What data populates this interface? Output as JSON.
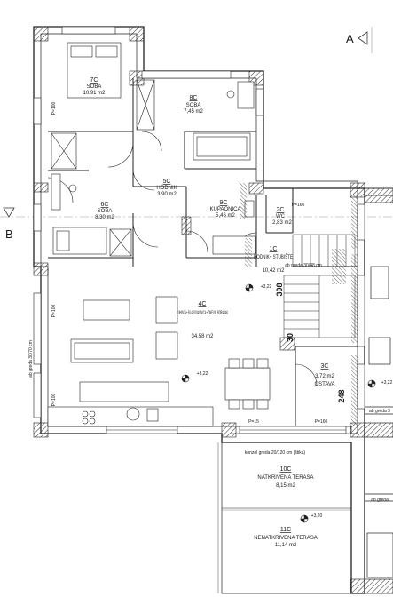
{
  "section_marks": {
    "a": "A",
    "b": "B"
  },
  "rooms": [
    {
      "id": "7C",
      "name": "SOBA",
      "area": "10,91 m2"
    },
    {
      "id": "8C",
      "name": "SOBA",
      "area": "7,45 m2"
    },
    {
      "id": "5C",
      "name": "HODNIK",
      "area": "3,90 m2"
    },
    {
      "id": "9C",
      "name": "KUPAONICA",
      "area": "5,46 m2"
    },
    {
      "id": "2C",
      "name": "WC",
      "area": "2,83 m2"
    },
    {
      "id": "6C",
      "name": "SOBA",
      "area": "8,30 m2"
    },
    {
      "id": "1C",
      "name": "HODNIK+ STUBIŠTE",
      "area": "10,42 m2"
    },
    {
      "id": "4C",
      "name": "KUHINJA+ BLAGOVAONICA+ DNEVNI BORAVAK",
      "area": "34,58 m2"
    },
    {
      "id": "3C",
      "name": "OSTAVA",
      "area": "3,72 m2"
    },
    {
      "id": "10C",
      "name": "NATKRIVENA TERASA",
      "area": "8,15 m2"
    },
    {
      "id": "11C",
      "name": "NENATKRIVENA TERASA",
      "area": "11,14 m2"
    }
  ],
  "levels": [
    "+3,22",
    "+3,22",
    "+3,22",
    "+3,20"
  ],
  "dimensions": {
    "p100": "P=100",
    "p160": "P=160",
    "p15": "P=15",
    "d308": "308",
    "d30": "30",
    "d248": "248",
    "beam1": "ab greda 30/48 cm",
    "beam2": "ab greda 30/70 cm",
    "beam3": "ab greda 3",
    "beam4": "ab greda",
    "console": "konzol greda 20/120 cm (štika)"
  }
}
